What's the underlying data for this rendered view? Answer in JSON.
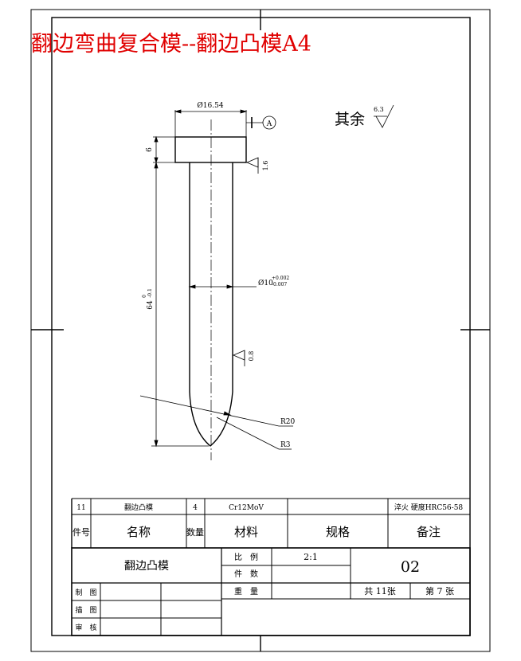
{
  "drawing": {
    "title": "翻边弯曲复合模--翻边凸模A4",
    "dims": {
      "head_dia": "Ø16.54",
      "head_height": "6",
      "shank_length": "64",
      "shank_length_tol_upper": "0",
      "shank_length_tol_lower": "-0.1",
      "shank_dia": "Ø10",
      "shank_dia_tol_upper": "+0.002",
      "shank_dia_tol_lower": "-0.007",
      "r_big": "R20",
      "r_small": "R3"
    },
    "datum": "A",
    "roughness": {
      "rest_label": "其余",
      "rest_value": "6.3",
      "head_value": "1.6",
      "shank_value": "0.8"
    }
  },
  "title_block": {
    "parts_row": {
      "no": "11",
      "name": "翻边凸模",
      "qty": "4",
      "material": "Cr12MoV",
      "spec": "",
      "remark": "淬火 硬度HRC56-58"
    },
    "headers": {
      "no": "件号",
      "name": "名称",
      "qty": "数量",
      "material": "材料",
      "spec": "规格",
      "remark": "备注"
    },
    "part_name": "翻边凸模",
    "scale_label": "比　例",
    "scale_value": "2:1",
    "count_label": "件　数",
    "weight_label": "重　量",
    "drawing_no": "02",
    "sheets_total": "共 11张",
    "sheet_no": "第 7 张",
    "draw_label": "制　图",
    "trace_label": "描　图",
    "check_label": "审　核"
  }
}
